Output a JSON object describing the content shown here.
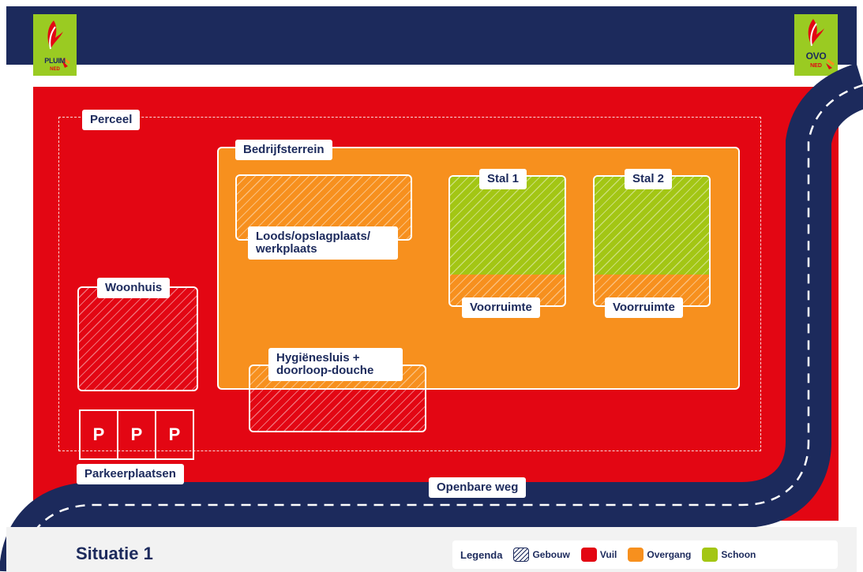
{
  "header": {
    "logo_left": {
      "text": "PLUIM",
      "sub": "NED"
    },
    "logo_right": {
      "text": "OVO",
      "sub": "NED"
    }
  },
  "diagram": {
    "perceel_label": "Perceel",
    "bedrijfsterrein_label": "Bedrijfsterrein",
    "loods_label": "Loods/opslagplaats/ werkplaats",
    "stal1_label": "Stal 1",
    "stal2_label": "Stal 2",
    "voorruimte1_label": "Voorruimte",
    "voorruimte2_label": "Voorruimte",
    "woonhuis_label": "Woonhuis",
    "hygiene_label": "Hygiënesluis + doorloop-douche",
    "parking_symbol_1": "P",
    "parking_symbol_2": "P",
    "parking_symbol_3": "P",
    "parking_label": "Parkeerplaatsen",
    "road_label": "Openbare weg"
  },
  "footer": {
    "title": "Situatie 1",
    "legend_title": "Legenda",
    "legend": [
      {
        "label": "Gebouw",
        "color": "#1c2a5c"
      },
      {
        "label": "Vuil",
        "color": "#e30613"
      },
      {
        "label": "Overgang",
        "color": "#f7901e"
      },
      {
        "label": "Schoon",
        "color": "#a3c614"
      }
    ]
  },
  "colors": {
    "navy": "#1c2a5c",
    "vuil": "#e30613",
    "overgang": "#f7901e",
    "schoon": "#a3c614",
    "logo_green": "#9acb22"
  }
}
